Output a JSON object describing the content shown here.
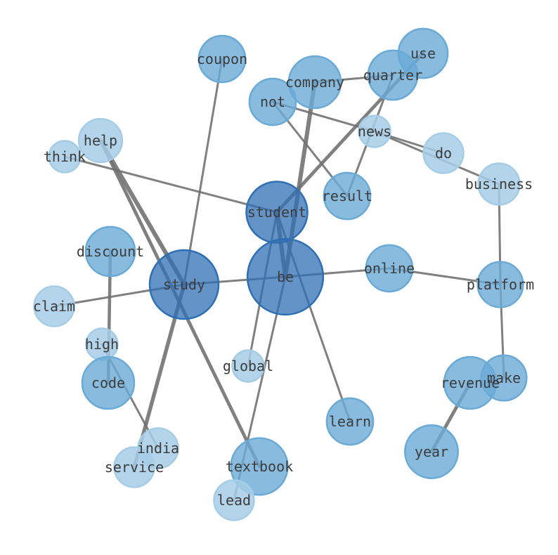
{
  "graph": {
    "palette": {
      "light": "#a6cde6",
      "medium": "#6aaad6",
      "dark": "#2f6fb4",
      "edge": "#6e6e6e",
      "label": "#3c3c3c"
    },
    "nodes": [
      {
        "id": "be",
        "label": "be",
        "weight": 10
      },
      {
        "id": "study",
        "label": "study",
        "weight": 8
      },
      {
        "id": "student",
        "label": "student",
        "weight": 6
      },
      {
        "id": "company",
        "label": "company",
        "weight": 4
      },
      {
        "id": "quarter",
        "label": "quarter",
        "weight": 3.5
      },
      {
        "id": "use",
        "label": "use",
        "weight": 3.5
      },
      {
        "id": "coupon",
        "label": "coupon",
        "weight": 3
      },
      {
        "id": "not",
        "label": "not",
        "weight": 3
      },
      {
        "id": "news",
        "label": "news",
        "weight": 1
      },
      {
        "id": "do",
        "label": "do",
        "weight": 2
      },
      {
        "id": "business",
        "label": "business",
        "weight": 2.2
      },
      {
        "id": "help",
        "label": "help",
        "weight": 2.5
      },
      {
        "id": "think",
        "label": "think",
        "weight": 1
      },
      {
        "id": "result",
        "label": "result",
        "weight": 3
      },
      {
        "id": "discount",
        "label": "discount",
        "weight": 3.5
      },
      {
        "id": "online",
        "label": "online",
        "weight": 3
      },
      {
        "id": "platform",
        "label": "platform",
        "weight": 2.8
      },
      {
        "id": "claim",
        "label": "claim",
        "weight": 2
      },
      {
        "id": "high",
        "label": "high",
        "weight": 1
      },
      {
        "id": "global",
        "label": "global",
        "weight": 1
      },
      {
        "id": "code",
        "label": "code",
        "weight": 4
      },
      {
        "id": "revenue",
        "label": "revenue",
        "weight": 4
      },
      {
        "id": "make",
        "label": "make",
        "weight": 2.8
      },
      {
        "id": "learn",
        "label": "learn",
        "weight": 3
      },
      {
        "id": "india",
        "label": "india",
        "weight": 2
      },
      {
        "id": "service",
        "label": "service",
        "weight": 2
      },
      {
        "id": "textbook",
        "label": "textbook",
        "weight": 5
      },
      {
        "id": "year",
        "label": "year",
        "weight": 4.2
      },
      {
        "id": "lead",
        "label": "lead",
        "weight": 2
      }
    ],
    "edges": [
      {
        "source": "coupon",
        "target": "study",
        "weight": 1
      },
      {
        "source": "company",
        "target": "quarter",
        "weight": 1
      },
      {
        "source": "company",
        "target": "be",
        "weight": 2
      },
      {
        "source": "quarter",
        "target": "result",
        "weight": 1
      },
      {
        "source": "use",
        "target": "student",
        "weight": 1.6
      },
      {
        "source": "not",
        "target": "news",
        "weight": 1
      },
      {
        "source": "not",
        "target": "result",
        "weight": 1
      },
      {
        "source": "news",
        "target": "do",
        "weight": 1
      },
      {
        "source": "news",
        "target": "business",
        "weight": 1
      },
      {
        "source": "business",
        "target": "platform",
        "weight": 1
      },
      {
        "source": "help",
        "target": "study",
        "weight": 2
      },
      {
        "source": "help",
        "target": "textbook",
        "weight": 1.6
      },
      {
        "source": "think",
        "target": "student",
        "weight": 1
      },
      {
        "source": "student",
        "target": "be",
        "weight": 2
      },
      {
        "source": "student",
        "target": "global",
        "weight": 1
      },
      {
        "source": "student",
        "target": "learn",
        "weight": 1
      },
      {
        "source": "study",
        "target": "be",
        "weight": 1
      },
      {
        "source": "study",
        "target": "claim",
        "weight": 1
      },
      {
        "source": "study",
        "target": "service",
        "weight": 1.8
      },
      {
        "source": "be",
        "target": "online",
        "weight": 1
      },
      {
        "source": "be",
        "target": "lead",
        "weight": 1
      },
      {
        "source": "online",
        "target": "platform",
        "weight": 1
      },
      {
        "source": "platform",
        "target": "make",
        "weight": 1
      },
      {
        "source": "discount",
        "target": "code",
        "weight": 1.5
      },
      {
        "source": "high",
        "target": "india",
        "weight": 1
      },
      {
        "source": "revenue",
        "target": "year",
        "weight": 1.6
      }
    ]
  }
}
